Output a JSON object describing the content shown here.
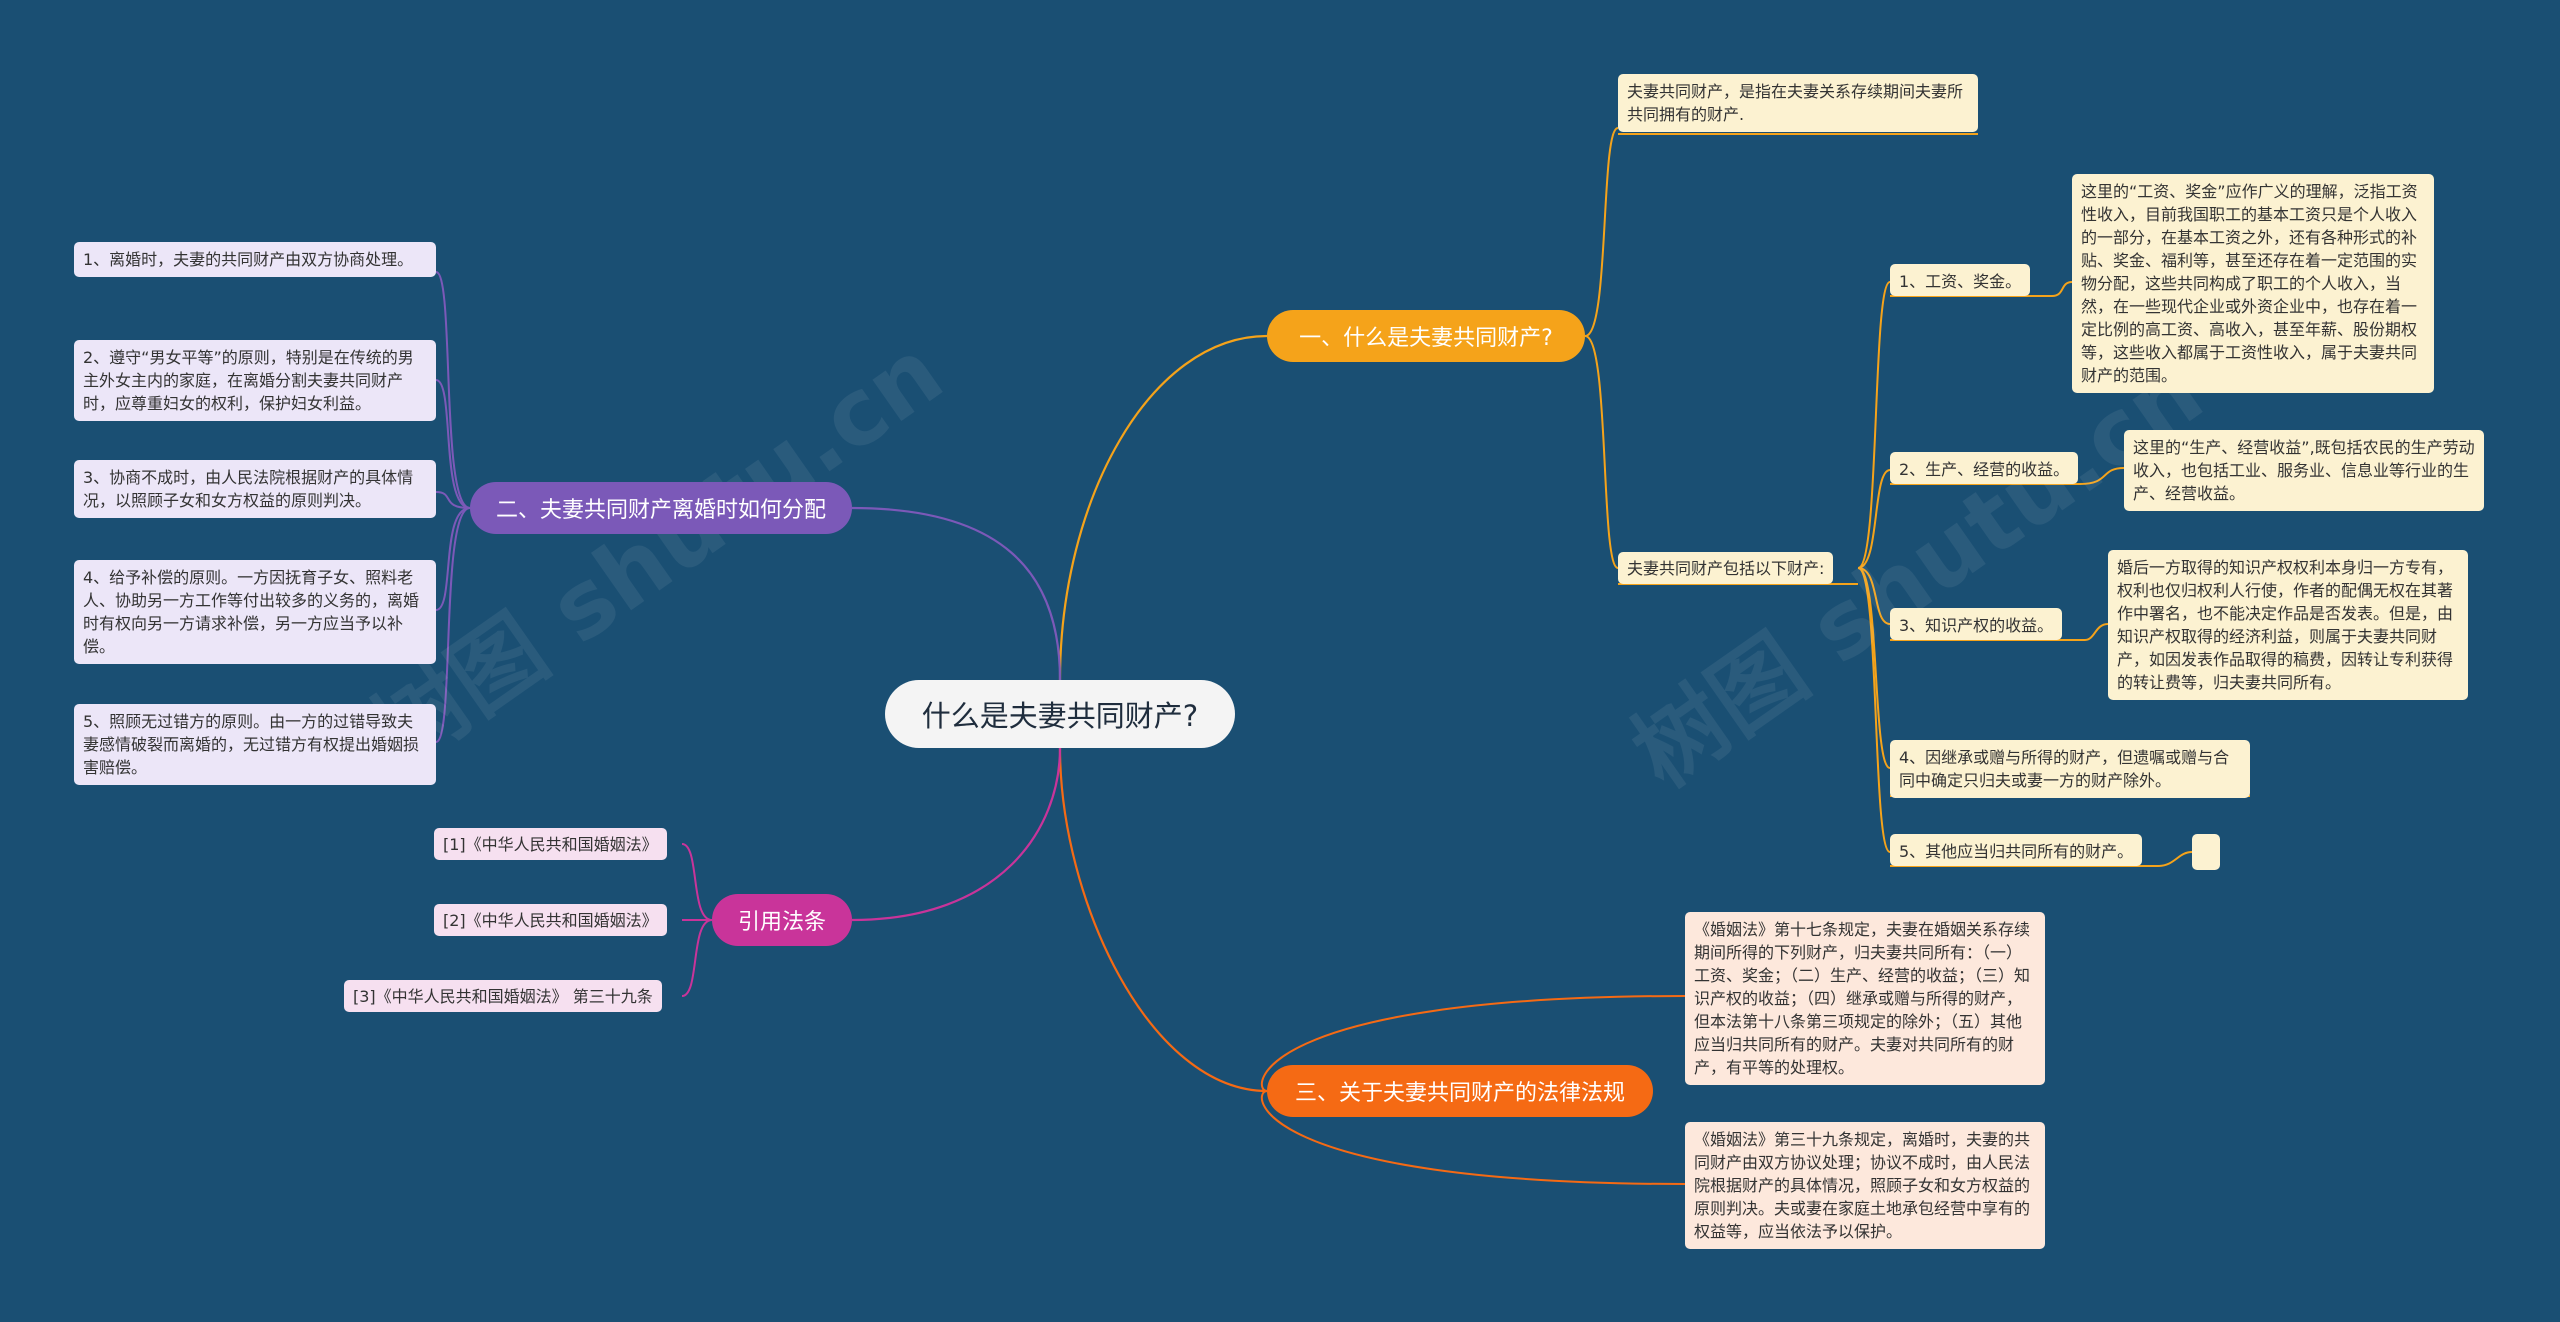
{
  "root": "什么是夫妻共同财产?",
  "branches": {
    "b1": "一、什么是夫妻共同财产?",
    "b2": "二、夫妻共同财产离婚时如何分配",
    "b3": "三、关于夫妻共同财产的法律法规",
    "b4": "引用法条"
  },
  "b1_children": {
    "definition": "夫妻共同财产，是指在夫妻关系存续期间夫妻所共同拥有的财产.",
    "includes": "夫妻共同财产包括以下财产:",
    "items": [
      "1、工资、奖金。",
      "2、生产、经营的收益。",
      "3、知识产权的收益。",
      "4、因继承或赠与所得的财产，但遗嘱或赠与合同中确定只归夫或妻一方的财产除外。",
      "5、其他应当归共同所有的财产。"
    ],
    "details": [
      "这里的“工资、奖金”应作广义的理解，泛指工资性收入，目前我国职工的基本工资只是个人收入的一部分，在基本工资之外，还有各种形式的补贴、奖金、福利等，甚至还存在着一定范围的实物分配，这些共同构成了职工的个人收入，当然，在一些现代企业或外资企业中，也存在着一定比例的高工资、高收入，甚至年薪、股份期权等，这些收入都属于工资性收入，属于夫妻共同财产的范围。",
      "这里的“生产、经营收益”,既包括农民的生产劳动收入，也包括工业、服务业、信息业等行业的生产、经营收益。",
      "婚后一方取得的知识产权权利本身归一方专有，权利也仅归权利人行使，作者的配偶无权在其著作中署名，也不能决定作品是否发表。但是，由知识产权取得的经济利益，则属于夫妻共同财产，如因发表作品取得的稿费，因转让专利获得的转让费等，归夫妻共同所有。",
      ""
    ]
  },
  "b2_children": [
    "1、离婚时，夫妻的共同财产由双方协商处理。",
    "2、遵守“男女平等”的原则，特别是在传统的男主外女主内的家庭，在离婚分割夫妻共同财产时，应尊重妇女的权利，保护妇女利益。",
    "3、协商不成时，由人民法院根据财产的具体情况，以照顾子女和女方权益的原则判决。",
    "4、给予补偿的原则。一方因抚育子女、照料老人、协助另一方工作等付出较多的义务的，离婚时有权向另一方请求补偿，另一方应当予以补偿。",
    "5、照顾无过错方的原则。由一方的过错导致夫妻感情破裂而离婚的，无过错方有权提出婚姻损害赔偿。"
  ],
  "b3_children": [
    "《婚姻法》第十七条规定，夫妻在婚姻关系存续期间所得的下列财产，归夫妻共同所有：（一）工资、奖金；（二）生产、经营的收益；（三）知识产权的收益；（四）继承或赠与所得的财产，但本法第十八条第三项规定的除外；（五）其他应当归共同所有的财产。夫妻对共同所有的财产，有平等的处理权。",
    "《婚姻法》第三十九条规定，离婚时，夫妻的共同财产由双方协议处理；协议不成时，由人民法院根据财产的具体情况，照顾子女和女方权益的原则判决。夫或妻在家庭土地承包经营中享有的权益等，应当依法予以保护。"
  ],
  "b4_children": [
    "[1]《中华人民共和国婚姻法》",
    "[2]《中华人民共和国婚姻法》",
    "[3]《中华人民共和国婚姻法》 第三十九条"
  ],
  "watermarks": [
    "树图 shutu.cn",
    "树图 shutu.cn"
  ],
  "colors": {
    "background": "#1a4f73",
    "b1": "#f5a31a",
    "b2": "#7b59b8",
    "b3": "#f56a14",
    "b4": "#c9349a"
  }
}
